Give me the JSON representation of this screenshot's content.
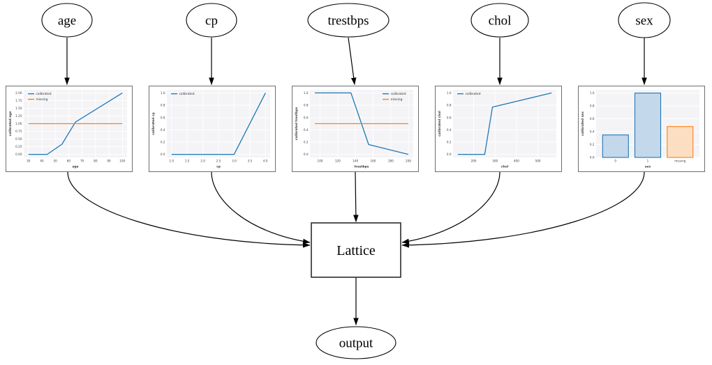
{
  "nodes": {
    "age": {
      "label": "age"
    },
    "cp": {
      "label": "cp"
    },
    "trestbps": {
      "label": "trestbps"
    },
    "chol": {
      "label": "chol"
    },
    "sex": {
      "label": "sex"
    },
    "lattice": {
      "label": "Lattice"
    },
    "output": {
      "label": "output"
    }
  },
  "colors": {
    "calibrated": "#1f77b4",
    "missing": "#ff7f0e",
    "bar_blue_fill": "#c4d8eb",
    "bar_orange_fill": "#fcdfc3",
    "edge": "#000000",
    "plot_bg": "#f4f4f7",
    "panel_border": "#6e6e6e"
  },
  "chart_data": [
    {
      "id": "age",
      "type": "line",
      "xlabel": "age",
      "ylabel": "calibrated age",
      "xlim": [
        26.5,
        103.5
      ],
      "ylim": [
        -0.1,
        2.1
      ],
      "xgrid": true,
      "legend": "upper-left",
      "xticks": [
        {
          "v": 30,
          "label": "30"
        },
        {
          "v": 40,
          "label": "40"
        },
        {
          "v": 50,
          "label": "50"
        },
        {
          "v": 60,
          "label": "60"
        },
        {
          "v": 70,
          "label": "70"
        },
        {
          "v": 80,
          "label": "80"
        },
        {
          "v": 90,
          "label": "90"
        },
        {
          "v": 100,
          "label": "100"
        }
      ],
      "yticks": [
        {
          "v": 0,
          "label": "0.00"
        },
        {
          "v": 0.25,
          "label": "0.25"
        },
        {
          "v": 0.5,
          "label": "0.50"
        },
        {
          "v": 0.75,
          "label": "0.75"
        },
        {
          "v": 1,
          "label": "1.00"
        },
        {
          "v": 1.25,
          "label": "1.25"
        },
        {
          "v": 1.5,
          "label": "1.50"
        },
        {
          "v": 1.75,
          "label": "1.75"
        },
        {
          "v": 2,
          "label": "2.00"
        }
      ],
      "series": [
        {
          "name": "calibrated",
          "color_key": "calibrated",
          "x": [
            30,
            44,
            55,
            65,
            100
          ],
          "y": [
            0,
            0,
            0.33,
            1.05,
            2.0
          ]
        },
        {
          "name": "missing",
          "color_key": "missing",
          "x": [
            30,
            100
          ],
          "y": [
            1.0,
            1.0
          ]
        }
      ]
    },
    {
      "id": "cp",
      "type": "line",
      "xlabel": "cp",
      "ylabel": "calibrated cp",
      "xlim": [
        0.85,
        4.15
      ],
      "ylim": [
        -0.05,
        1.05
      ],
      "xgrid": true,
      "legend": "upper-left",
      "xticks": [
        {
          "v": 1,
          "label": "1.0"
        },
        {
          "v": 1.5,
          "label": "1.5"
        },
        {
          "v": 2,
          "label": "2.0"
        },
        {
          "v": 2.5,
          "label": "2.5"
        },
        {
          "v": 3,
          "label": "3.0"
        },
        {
          "v": 3.5,
          "label": "3.5"
        },
        {
          "v": 4,
          "label": "4.0"
        }
      ],
      "yticks": [
        {
          "v": 0,
          "label": "0.0"
        },
        {
          "v": 0.2,
          "label": "0.2"
        },
        {
          "v": 0.4,
          "label": "0.4"
        },
        {
          "v": 0.6,
          "label": "0.6"
        },
        {
          "v": 0.8,
          "label": "0.8"
        },
        {
          "v": 1,
          "label": "1.0"
        }
      ],
      "series": [
        {
          "name": "calibrated",
          "color_key": "calibrated",
          "x": [
            1,
            3,
            4
          ],
          "y": [
            0,
            0,
            1.0
          ]
        }
      ]
    },
    {
      "id": "trestbps",
      "type": "line",
      "xlabel": "trestbps",
      "ylabel": "calibrated trestbps",
      "xlim": [
        88.5,
        205.5
      ],
      "ylim": [
        -0.05,
        1.05
      ],
      "xgrid": true,
      "legend": "upper-right",
      "xticks": [
        {
          "v": 100,
          "label": "100"
        },
        {
          "v": 120,
          "label": "120"
        },
        {
          "v": 140,
          "label": "140"
        },
        {
          "v": 160,
          "label": "160"
        },
        {
          "v": 180,
          "label": "180"
        },
        {
          "v": 200,
          "label": "200"
        }
      ],
      "yticks": [
        {
          "v": 0,
          "label": "0.0"
        },
        {
          "v": 0.2,
          "label": "0.2"
        },
        {
          "v": 0.4,
          "label": "0.4"
        },
        {
          "v": 0.6,
          "label": "0.6"
        },
        {
          "v": 0.8,
          "label": "0.8"
        },
        {
          "v": 1,
          "label": "1.0"
        }
      ],
      "series": [
        {
          "name": "calibrated",
          "color_key": "calibrated",
          "x": [
            94,
            135,
            155,
            200
          ],
          "y": [
            1.0,
            1.0,
            0.16,
            0.0
          ]
        },
        {
          "name": "missing",
          "color_key": "missing",
          "x": [
            94,
            200
          ],
          "y": [
            0.5,
            0.5
          ]
        }
      ]
    },
    {
      "id": "chol",
      "type": "line",
      "xlabel": "chol",
      "ylabel": "calibrated chol",
      "xlim": [
        104,
        586
      ],
      "ylim": [
        -0.05,
        1.05
      ],
      "xgrid": true,
      "legend": "upper-left",
      "xticks": [
        {
          "v": 200,
          "label": "200"
        },
        {
          "v": 300,
          "label": "300"
        },
        {
          "v": 400,
          "label": "400"
        },
        {
          "v": 500,
          "label": "500"
        }
      ],
      "yticks": [
        {
          "v": 0,
          "label": "0.0"
        },
        {
          "v": 0.2,
          "label": "0.2"
        },
        {
          "v": 0.4,
          "label": "0.4"
        },
        {
          "v": 0.6,
          "label": "0.6"
        },
        {
          "v": 0.8,
          "label": "0.8"
        },
        {
          "v": 1,
          "label": "1.0"
        }
      ],
      "series": [
        {
          "name": "calibrated",
          "color_key": "calibrated",
          "x": [
            126,
            252,
            288,
            564
          ],
          "y": [
            0,
            0,
            0.77,
            1.0
          ]
        }
      ]
    },
    {
      "id": "sex",
      "type": "bar",
      "xlabel": "sex",
      "ylabel": "calibrated sex",
      "xlim": [
        -0.6,
        2.6
      ],
      "ylim": [
        0,
        1.05
      ],
      "xgrid": false,
      "legend": null,
      "bar_width": 0.8,
      "xticks": [
        {
          "v": 0,
          "label": "0"
        },
        {
          "v": 1,
          "label": "1"
        },
        {
          "v": 2,
          "label": "missing"
        }
      ],
      "yticks": [
        {
          "v": 0,
          "label": "0.0"
        },
        {
          "v": 0.2,
          "label": "0.2"
        },
        {
          "v": 0.4,
          "label": "0.4"
        },
        {
          "v": 0.6,
          "label": "0.6"
        },
        {
          "v": 0.8,
          "label": "0.8"
        },
        {
          "v": 1,
          "label": "1.0"
        }
      ],
      "bars": [
        {
          "v": 0,
          "value": 0.35,
          "fill_key": "bar_blue_fill",
          "edge_key": "calibrated",
          "label": "0"
        },
        {
          "v": 1,
          "value": 1.0,
          "fill_key": "bar_blue_fill",
          "edge_key": "calibrated",
          "label": "1"
        },
        {
          "v": 2,
          "value": 0.48,
          "fill_key": "bar_orange_fill",
          "edge_key": "missing",
          "label": "missing"
        }
      ]
    }
  ]
}
